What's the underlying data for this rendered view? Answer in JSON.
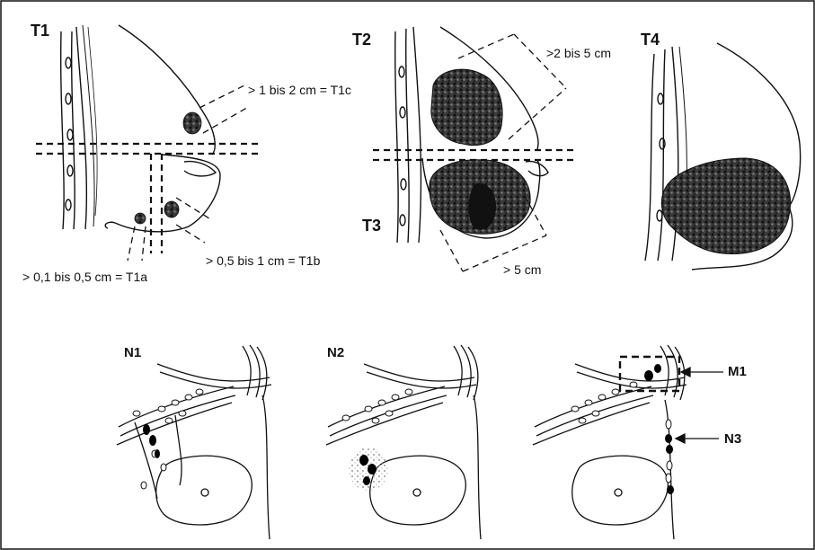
{
  "labels": {
    "t1": "T1",
    "t2": "T2",
    "t3": "T3",
    "t4": "T4",
    "t1c": "> 1 bis 2 cm = T1c",
    "t1b": "> 0,5 bis 1 cm = T1b",
    "t1a": "> 0,1 bis 0,5 cm = T1a",
    "t2_size": ">2 bis 5 cm",
    "t3_size": "> 5 cm",
    "n1": "N1",
    "n2": "N2",
    "n3": "N3",
    "m1": "M1"
  },
  "colors": {
    "ink": "#111111",
    "tumor": "#2a2a2a",
    "node": "#000000",
    "background": "#ffffff"
  }
}
